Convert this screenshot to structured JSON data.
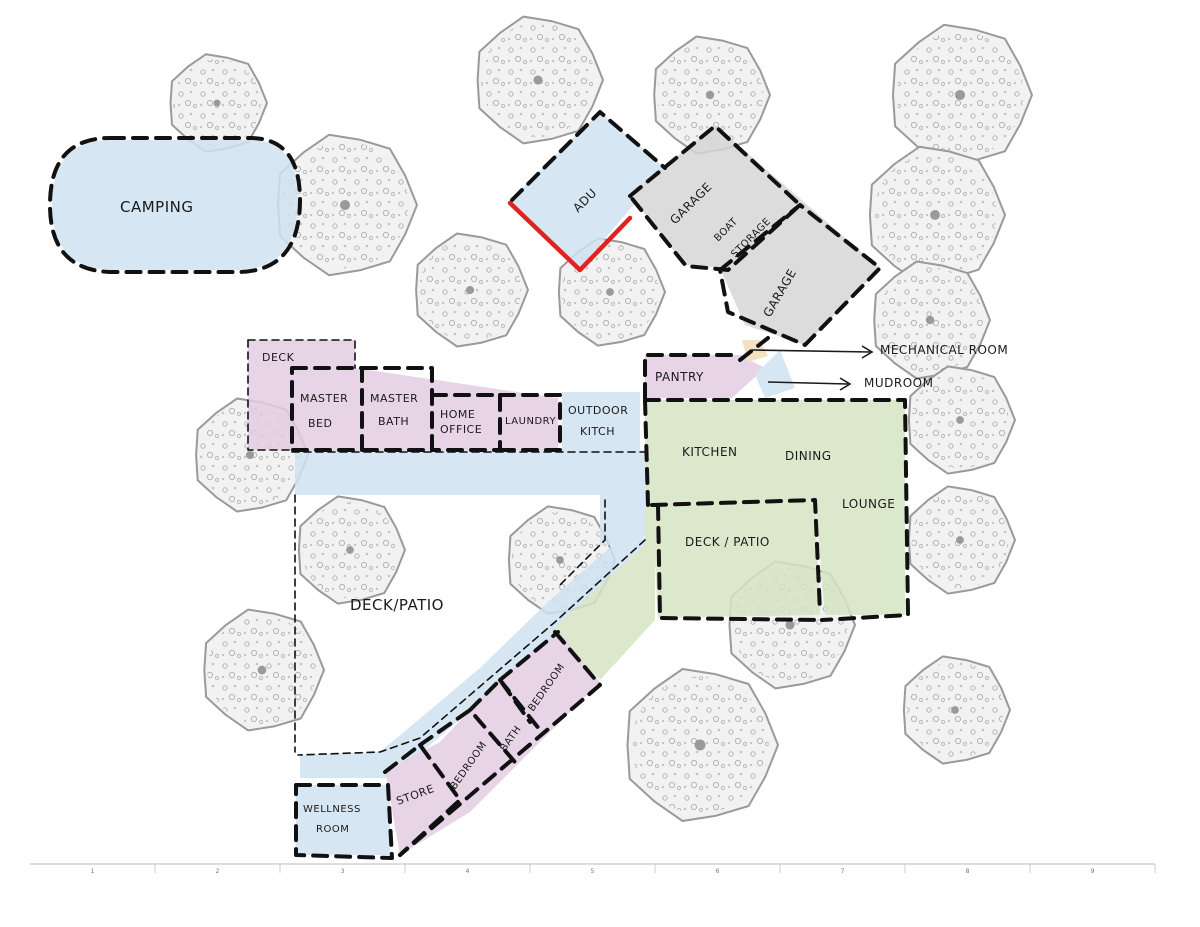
{
  "colors": {
    "blue": "#cfe2f0",
    "purple": "#e4cde3",
    "green": "#d5e5c2",
    "gray": "#d6d6d6",
    "orange": "#f3dcb6",
    "tree_fill": "#f2f2f2",
    "tree_stroke": "#9a9a9a",
    "dash": "#111111",
    "red": "#e0231f"
  },
  "labels": {
    "camping": "CAMPING",
    "adu": "ADU",
    "garage_1": "GARAGE",
    "boat_storage_1": "BOAT",
    "boat_storage_2": "STORAGE",
    "garage_2": "GARAGE",
    "mechanical_room": "MECHANICAL ROOM",
    "mudroom": "MUDROOM",
    "pantry": "PANTRY",
    "deck_top": "DECK",
    "master_bed_1": "MASTER",
    "master_bed_2": "BED",
    "master_bath_1": "MASTER",
    "master_bath_2": "BATH",
    "home_office_1": "HOME",
    "home_office_2": "OFFICE",
    "laundry": "LAUNDRY",
    "outdoor_kitch_1": "OUTDOOR",
    "outdoor_kitch_2": "KITCH",
    "kitchen": "KITCHEN",
    "dining": "DINING",
    "lounge": "LOUNGE",
    "deck_patio_inner": "DECK / PATIO",
    "deck_patio_outer": "DECK/PATIO",
    "bedroom_1": "BEDROOM",
    "bath": "BATH",
    "bedroom_2": "BEDROOM",
    "store": "STORE",
    "wellness_1": "WELLNESS",
    "wellness_2": "ROOM"
  },
  "ruler": {
    "ticks": [
      "1",
      "2",
      "3",
      "4",
      "5",
      "6",
      "7",
      "8",
      "9"
    ]
  }
}
